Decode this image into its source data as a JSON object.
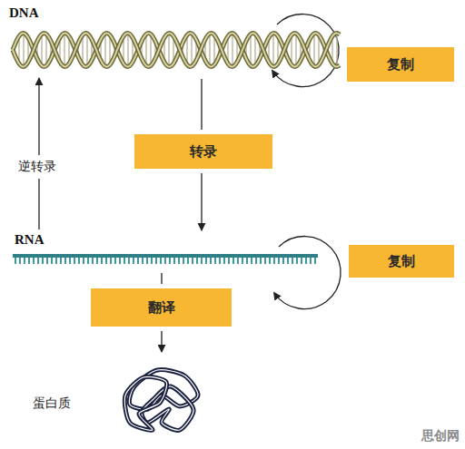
{
  "diagram": {
    "nodes": [
      {
        "text": [
          "DNA"
        ]
      },
      {
        "text": [
          "复制"
        ]
      },
      {
        "text": [
          "转录"
        ]
      },
      {
        "text": [
          "RNA"
        ]
      },
      {
        "text": [
          "复制"
        ]
      },
      {
        "text": [
          "翻译"
        ]
      },
      {
        "text": [
          "蛋白质"
        ]
      }
    ],
    "edges": [
      {
        "from": 0,
        "to": 3,
        "arrow": "to"
      },
      {
        "from": 3,
        "to": 6,
        "arrow": "to"
      },
      {
        "from": 3,
        "to": 0,
        "arrow": "to",
        "label": "逆转录"
      }
    ],
    "labels": [
      "思创网"
    ]
  }
}
